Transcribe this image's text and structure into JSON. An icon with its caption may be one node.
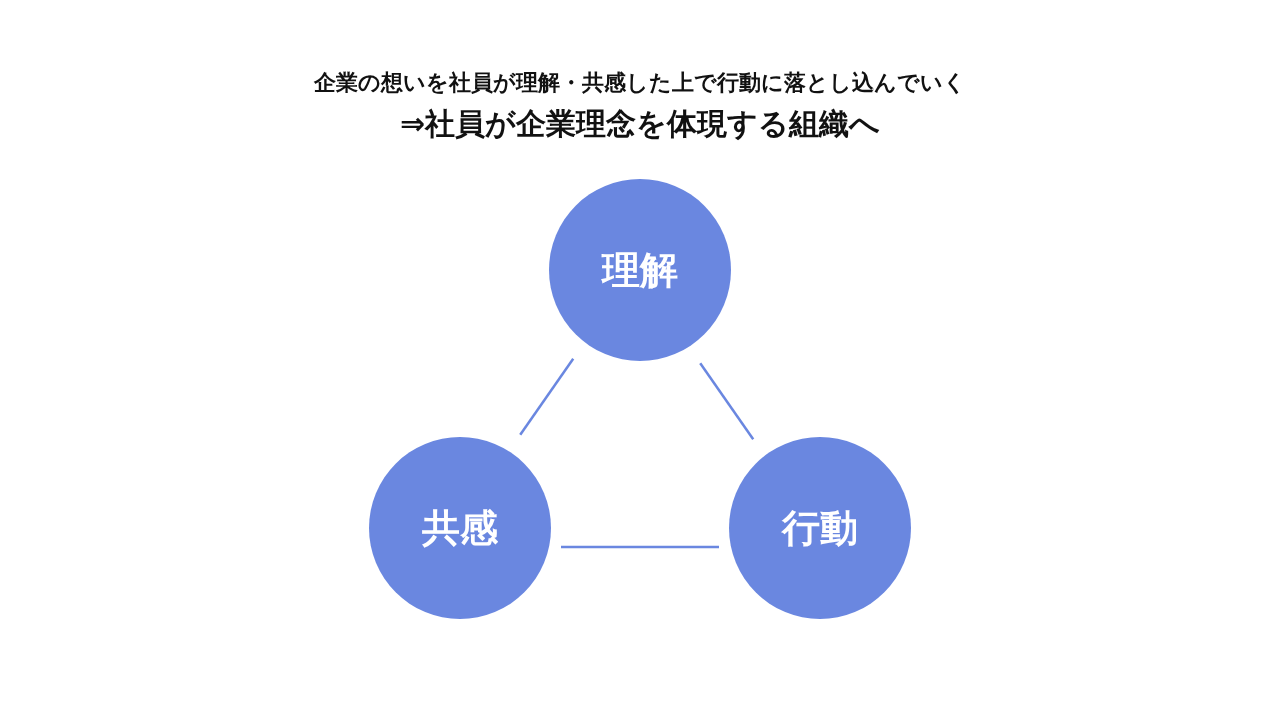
{
  "diagram": {
    "title": "企業の想いを社員が理解・共感した上で行動に落とし込んでいく",
    "nodes": [
      {
        "text": [
          "理解"
        ]
      },
      {
        "text": [
          "共感"
        ]
      },
      {
        "text": [
          "行動"
        ]
      }
    ],
    "edges": [
      {
        "from": 0,
        "to": 1,
        "arrow": "none"
      },
      {
        "from": 0,
        "to": 2,
        "arrow": "none"
      },
      {
        "from": 1,
        "to": 2,
        "arrow": "none"
      }
    ],
    "labels": [
      "⇒社員が企業理念を体現する組織へ"
    ]
  }
}
